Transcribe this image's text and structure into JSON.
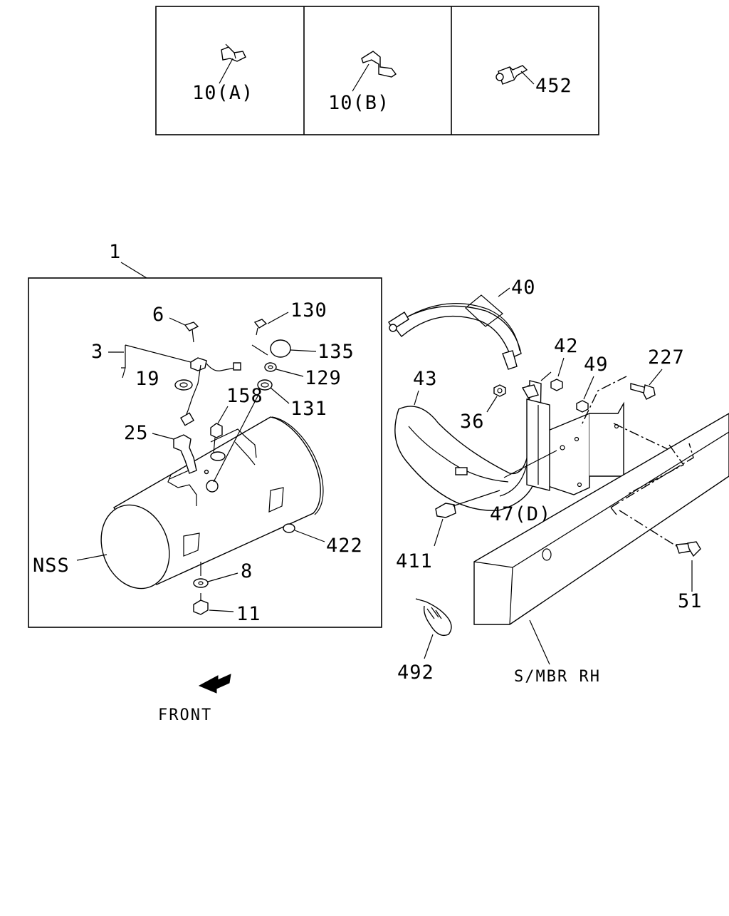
{
  "inset": {
    "panel_a_label": "10(A)",
    "panel_b_label": "10(B)",
    "panel_c_label": "452"
  },
  "callouts": {
    "c1": "1",
    "c3": "3",
    "c6": "6",
    "c8": "8",
    "c11": "11",
    "c19": "19",
    "c25": "25",
    "c36": "36",
    "c40": "40",
    "c42": "42",
    "c43": "43",
    "c47": "47(D)",
    "c49": "49",
    "c51": "51",
    "c129": "129",
    "c130": "130",
    "c131": "131",
    "c135": "135",
    "c158": "158",
    "c227": "227",
    "c411": "411",
    "c422": "422",
    "c492": "492",
    "nss": "NSS",
    "smbr": "S/MBR RH",
    "front": "FRONT"
  }
}
